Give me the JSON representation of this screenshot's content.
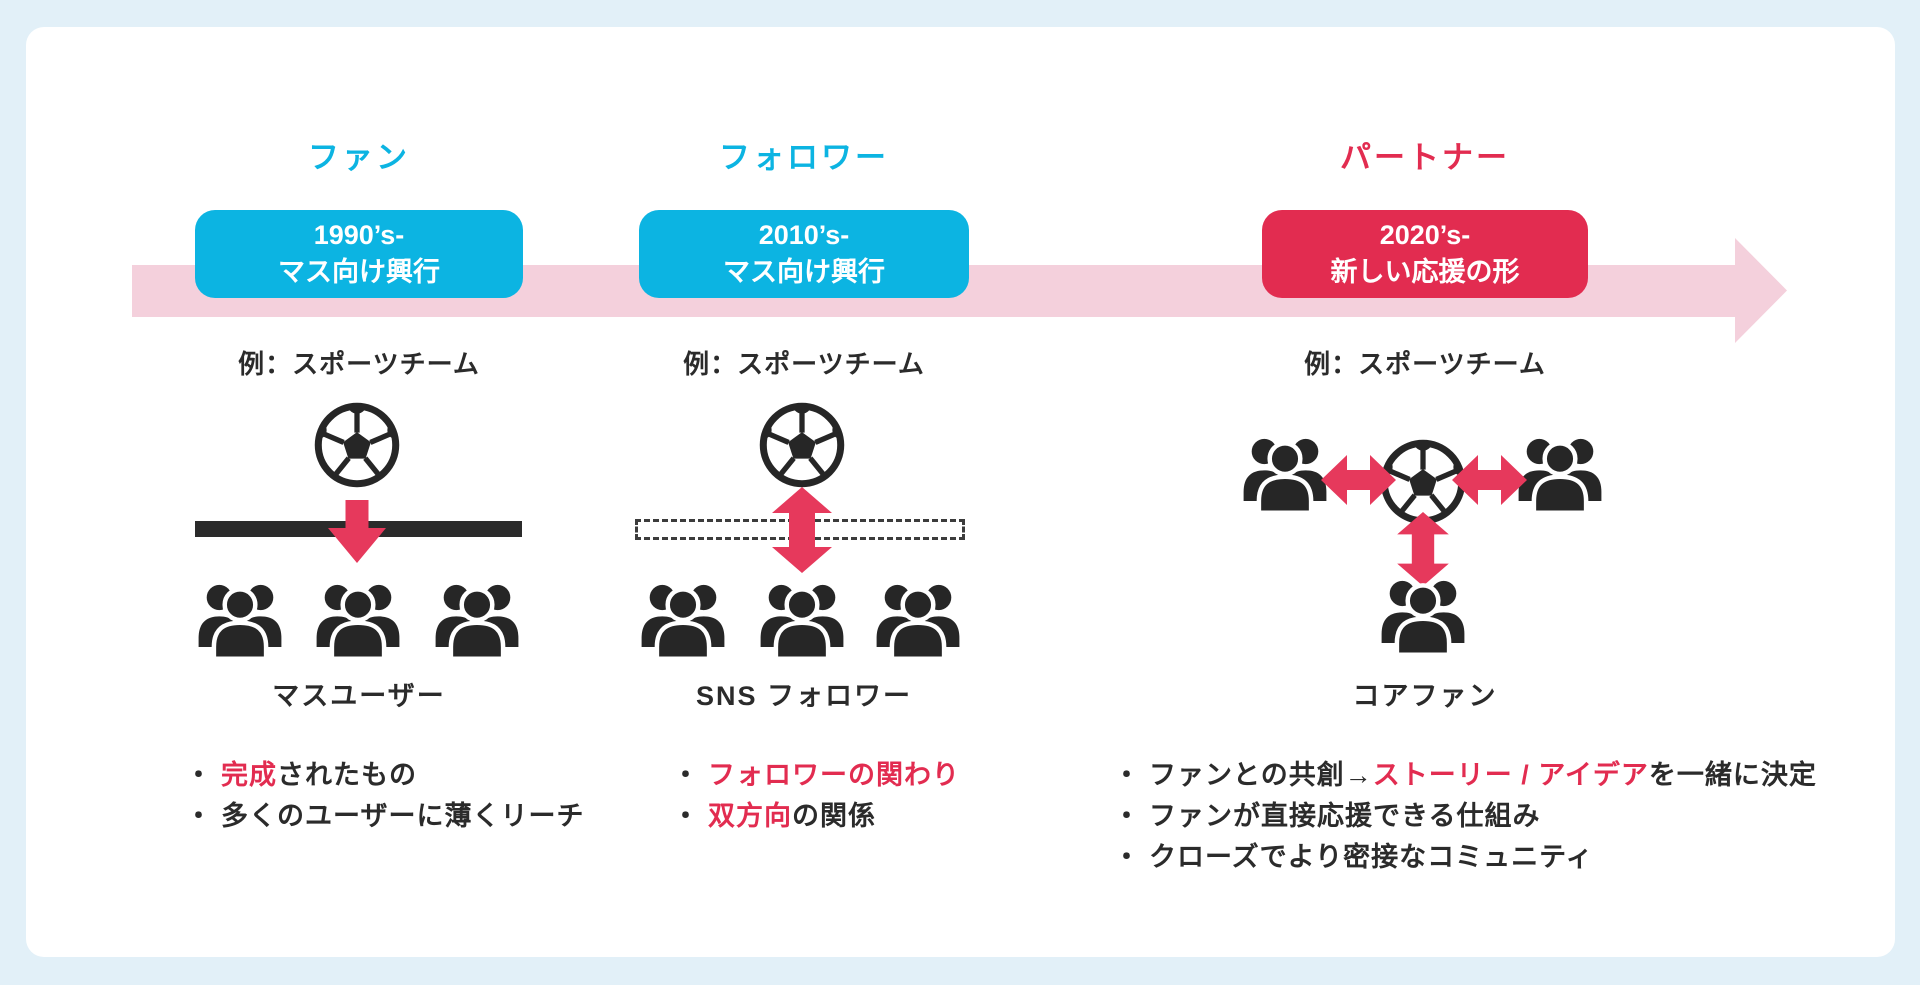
{
  "palette": {
    "background": "#e2f0f8",
    "card": "#ffffff",
    "cyan": "#0cb4e2",
    "red": "#e22c50",
    "arrow_red": "#e6395c",
    "pink_band": "#f4d0dc",
    "dark": "#2b2b2b"
  },
  "icons": {
    "soccer_ball": "stylized black-and-white soccer ball (svg)",
    "people_group": "group of three people silhouettes (svg)",
    "down_arrow": "solid downward arrow",
    "up_down_arrow": "double-headed vertical arrow",
    "left_right_arrow": "double-headed horizontal arrow",
    "timeline_arrow": "pink right-pointing band arrow"
  },
  "columns": [
    {
      "id": "fan",
      "title": "ファン",
      "era": {
        "line1": "1990’s-",
        "line2": "マス向け興行"
      },
      "example_label": "例：スポーツチーム",
      "barrier": "solid",
      "flow": "one-way",
      "audience_label": "マスユーザー",
      "bullets": [
        {
          "segments": [
            {
              "text": "完成",
              "emphasis": true
            },
            {
              "text": "されたもの",
              "emphasis": false
            }
          ]
        },
        {
          "segments": [
            {
              "text": "多くのユーザーに薄くリーチ",
              "emphasis": false
            }
          ]
        }
      ]
    },
    {
      "id": "follower",
      "title": "フォロワー",
      "era": {
        "line1": "2010’s-",
        "line2": "マス向け興行"
      },
      "example_label": "例：スポーツチーム",
      "barrier": "dashed",
      "flow": "two-way",
      "audience_label": "SNS フォロワー",
      "bullets": [
        {
          "segments": [
            {
              "text": "フォロワーの関わり",
              "emphasis": true
            }
          ]
        },
        {
          "segments": [
            {
              "text": "双方向",
              "emphasis": true
            },
            {
              "text": "の関係",
              "emphasis": false
            }
          ]
        }
      ]
    },
    {
      "id": "partner",
      "title": "パートナー",
      "era": {
        "line1": "2020’s-",
        "line2": "新しい応援の形"
      },
      "example_label": "例：スポーツチーム",
      "barrier": "none",
      "flow": "network",
      "audience_label": "コアファン",
      "bullets": [
        {
          "segments": [
            {
              "text": "ファンとの共創→",
              "emphasis": false
            },
            {
              "text": "ストーリー / アイデア",
              "emphasis": true
            },
            {
              "text": "を一緒に決定",
              "emphasis": false
            }
          ]
        },
        {
          "segments": [
            {
              "text": "ファンが直接応援できる仕組み",
              "emphasis": false
            }
          ]
        },
        {
          "segments": [
            {
              "text": "クローズでより密接なコミュニティ",
              "emphasis": false
            }
          ]
        }
      ]
    }
  ]
}
